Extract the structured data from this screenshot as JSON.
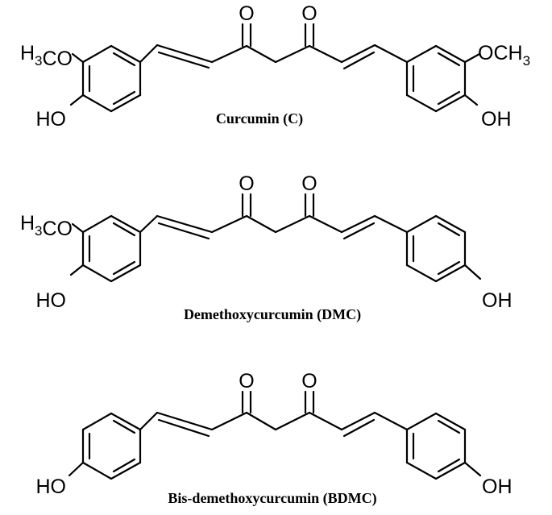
{
  "figure": {
    "molecules": [
      {
        "id": "curcumin",
        "name": "Curcumin (C)",
        "left_substituents": {
          "methoxy": "H3CO",
          "hydroxyl": "HO"
        },
        "right_substituents": {
          "methoxy": "OCH3",
          "hydroxyl": "OH"
        },
        "carbonyl_labels": [
          "O",
          "O"
        ]
      },
      {
        "id": "demethoxycurcumin",
        "name": "Demethoxycurcumin (DMC)",
        "left_substituents": {
          "methoxy": "H3CO",
          "hydroxyl": "HO"
        },
        "right_substituents": {
          "methoxy": "",
          "hydroxyl": "OH"
        },
        "carbonyl_labels": [
          "O",
          "O"
        ]
      },
      {
        "id": "bisdemethoxycurcumin",
        "name": "Bis-demethoxycurcumin (BDMC)",
        "left_substituents": {
          "methoxy": "",
          "hydroxyl": "HO"
        },
        "right_substituents": {
          "methoxy": "",
          "hydroxyl": "OH"
        },
        "carbonyl_labels": [
          "O",
          "O"
        ]
      }
    ]
  }
}
